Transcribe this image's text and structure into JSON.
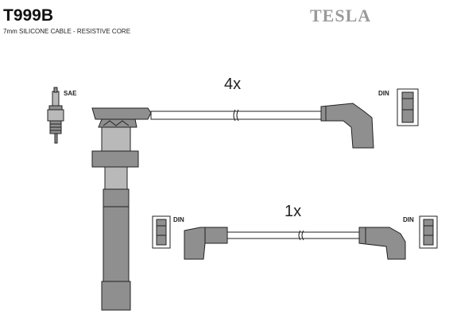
{
  "header": {
    "part_code": "T999B",
    "subtitle": "7mm SILICONE CABLE - RESISTIVE CORE",
    "brand": "TESLA"
  },
  "labels": {
    "sae": "SAE",
    "din_top": "DIN",
    "din_left": "DIN",
    "din_right": "DIN"
  },
  "quantities": {
    "upper": "4x",
    "lower": "1x"
  },
  "colors": {
    "part_fill": "#8f8f8f",
    "part_fill_light": "#b9b9b9",
    "cable_fill": "#ffffff",
    "outline": "#222222",
    "brand": "#9a9a9a"
  }
}
